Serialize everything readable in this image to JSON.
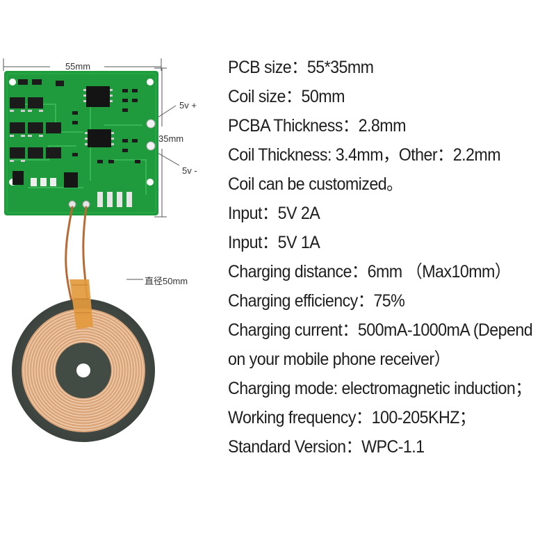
{
  "dimensions": {
    "width_label": "55mm",
    "height_label": "35mm",
    "positive_label": "5v +",
    "negative_label": "5v -",
    "diameter_label": "直径50mm"
  },
  "specs": [
    "PCB size：55*35mm",
    "Coil size：50mm",
    "PCBA Thickness：2.8mm",
    "Coil Thickness: 3.4mm，Other：2.2mm",
    "Coil can be customized。",
    "Input：5V 2A",
    "Input：5V 1A",
    "Charging distance：6mm （Max10mm）",
    "Charging efficiency：75%",
    "Charging current：500mA-1000mA (Depend",
    "on your mobile phone receiver）",
    "Charging mode: electromagnetic induction；",
    "Working frequency：100-205KHZ；",
    "Standard Version：WPC-1.1"
  ],
  "colors": {
    "pcb_green": "#1f9a3c",
    "coil_copper": "#d9a57a",
    "ferrite": "#4a524c",
    "spec_text": "#1e1e1e"
  }
}
